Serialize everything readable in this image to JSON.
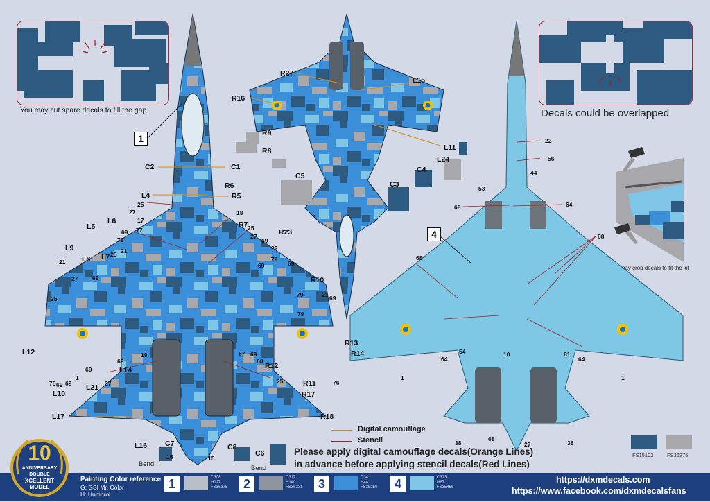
{
  "notes": {
    "cut_spare": "You may cut spare decals to fill the gap",
    "overlapped": "Decals could be overlapped",
    "crop": "You may crop decals to fit the kit",
    "legend_camo": "Digital camouflage",
    "legend_stencil": "Stencil",
    "instruction_1": "Please apply digital camouflage decals(Orange Lines)",
    "instruction_2": "in advance before applying stencil decals(Red Lines)"
  },
  "view_markers": [
    "1",
    "4"
  ],
  "labels_top": [
    "R27",
    "L15",
    "R16",
    "R9",
    "R8",
    "C5",
    "L11",
    "L24",
    "C4",
    "C3",
    "C2",
    "C1",
    "R6",
    "R5",
    "L4",
    "L5",
    "L6",
    "R7",
    "R23",
    "L9",
    "L8",
    "L7",
    "R10",
    "R13",
    "R14",
    "L12",
    "L10",
    "L21",
    "L14",
    "R12",
    "R11",
    "R17",
    "L17",
    "R18",
    "L16",
    "C7",
    "C8",
    "C6"
  ],
  "labels_bend": [
    "Bend",
    "Bend"
  ],
  "stencil_numbers_top": [
    "25",
    "27",
    "18",
    "17",
    "25",
    "27",
    "69",
    "77",
    "78",
    "25",
    "69",
    "27",
    "21",
    "79",
    "69",
    "25",
    "27",
    "69",
    "21",
    "69",
    "21",
    "79",
    "69",
    "79",
    "69",
    "60",
    "69",
    "19",
    "75",
    "69",
    "69",
    "67",
    "60",
    "1",
    "76",
    "27",
    "25",
    "15",
    "15"
  ],
  "stencil_numbers_bottom": [
    "22",
    "56",
    "44",
    "53",
    "68",
    "64",
    "68",
    "68",
    "1",
    "64",
    "54",
    "10",
    "81",
    "64",
    "1",
    "38",
    "68",
    "27",
    "38"
  ],
  "paint_reference": {
    "title": "Painting Color reference",
    "line_g": "G: GSI Mr. Color",
    "line_h": "H: Humbrol",
    "items": [
      {
        "num": "1",
        "color": "#b9bfc7",
        "codes": [
          "C308",
          "H127",
          "FS36375"
        ]
      },
      {
        "num": "2",
        "color": "#8e949c",
        "codes": [
          "C317",
          "H140",
          "FS36231"
        ]
      },
      {
        "num": "3",
        "color": "#3a8fd8",
        "codes": [
          "C34",
          "H48",
          "FS35250"
        ]
      },
      {
        "num": "4",
        "color": "#7fc5e6",
        "codes": [
          "C323",
          "H67",
          "FS35466"
        ]
      }
    ]
  },
  "fs_swatches": [
    {
      "code": "FS15102",
      "color": "#2c5a80"
    },
    {
      "code": "FS36375",
      "color": "#a8a8ac"
    }
  ],
  "urls": {
    "site": "https://dxmdecals.com",
    "facebook": "https://www.facebook.com/dxmdecalsfans"
  },
  "logo": {
    "number": "10",
    "text_1": "ANNIVERSARY",
    "text_2": "DOUBLE",
    "text_3": "XCELLENT",
    "text_4": "MODEL"
  },
  "colors": {
    "background": "#d3d9e6",
    "camo_dark": "#2c5a80",
    "camo_mid": "#3a8fd8",
    "camo_light": "#7fc5e6",
    "camo_grey": "#a8a8ac",
    "underside": "#7ec8e6",
    "footer": "#1d3f7e",
    "orange_line": "#d98a1c",
    "red_line": "#a32020",
    "roundel_yellow": "#f2c400",
    "roundel_blue": "#1f6fc1"
  }
}
